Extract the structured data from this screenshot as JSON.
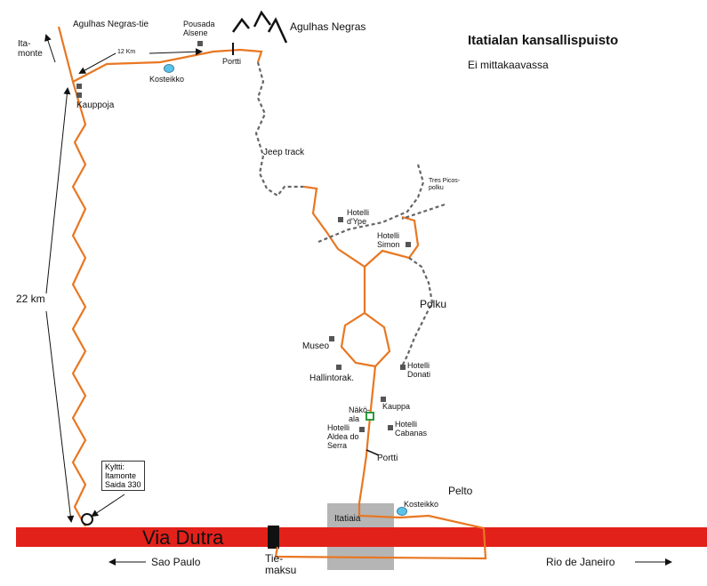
{
  "title": "Itatialan kansallispuisto",
  "subtitle": "Ei mittakaavassa",
  "colors": {
    "road": "#e3211b",
    "trail": "#e87722",
    "track": "#666666",
    "town": "#b5b5b5",
    "lake": "#5cc3e8"
  },
  "labels": {
    "road_name": "Via Dutra",
    "agulhas_road": "Agulhas Negras-tie",
    "agulhas_peak": "Agulhas Negras",
    "itamonte": "Ita-\nmonte",
    "distance_12": "12 Km",
    "pousada": "Pousada\nAlsene",
    "portti_top": "Portti",
    "kosteikko_top": "Kosteikko",
    "kauppoja": "Kauppoja",
    "distance_22": "22 km",
    "jeep_track": "Jeep track",
    "tres_picos": "Tres Picos-\npolku",
    "hotelli_ype": "Hotelli\nd'Ype",
    "hotelli_simon": "Hotelli\nSimon",
    "polku": "Polku",
    "museo": "Museo",
    "hallintorak": "Hallintorak.",
    "hotelli_donati": "Hotelli\nDonati",
    "kauppa": "Kauppa",
    "nakoala": "Näkö-\nala",
    "hotelli_aldea": "Hotelli\nAldea do\nSerra",
    "hotelli_cabanas": "Hotelli\nCabanas",
    "portti_bottom": "Portti",
    "pelto": "Pelto",
    "itatiaia": "Itatiaia",
    "kosteikko_bottom": "Kosteikko",
    "sign": "Kyltti:\nItamonte\nSaida 330",
    "sao_paulo": "Sao Paulo",
    "tiemaksu": "Tie-\nmaksu",
    "rio": "Rio de Janeiro"
  },
  "icons": {
    "mountain": "mountain-icon",
    "building": "building-icon",
    "lake": "lake-icon",
    "viewpoint": "viewpoint-icon",
    "toll": "toll-booth-icon",
    "circle": "junction-circle-icon"
  }
}
